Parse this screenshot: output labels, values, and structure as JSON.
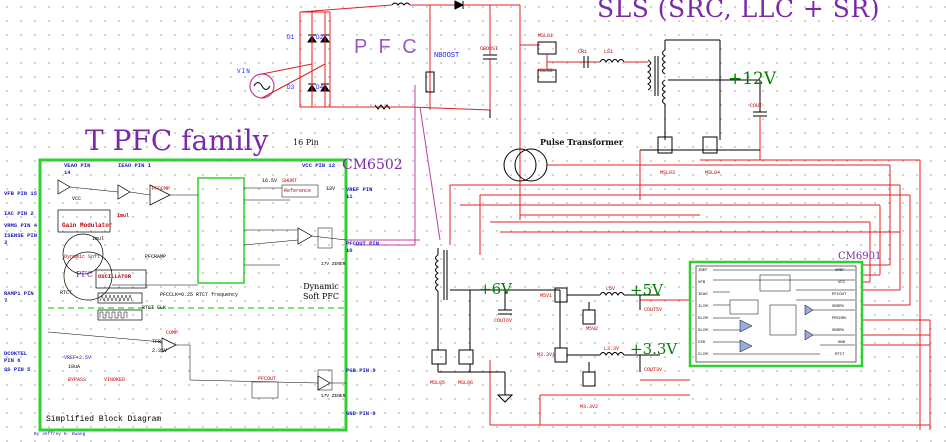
{
  "titles": {
    "sls": "SLS (SRC, LLC + SR)",
    "pfc": "P F C",
    "tpfc": "T PFC family",
    "pin16": "16 Pin",
    "cm6502": "CM6502",
    "cm6901": "CM6901"
  },
  "outputs": {
    "v12": "+12V",
    "v6": "+6V",
    "v5": "+5V",
    "v33": "+3.3V",
    "pulse_transformer": "Pulse Transformer"
  },
  "components": {
    "d1": "D1",
    "d2": "D2",
    "d3": "D3",
    "d4": "D4",
    "vin": "VIN",
    "nboost": "NBOOST",
    "cboost": "CBOOST",
    "msl1": "MSL01",
    "msl2": "MSL02",
    "msl3": "MSL03",
    "msl4": "MSL04",
    "msl5": "MSL05",
    "msl6": "MSL06",
    "cr1": "CR1",
    "ls1": "LS1",
    "cout": "COUT",
    "cout5": "COUT5V",
    "cout33": "COUT3V",
    "l5v": "L5V",
    "l33v": "L3.3V",
    "m5v1": "M5V1",
    "m5v2": "M5V2",
    "m33v1": "M3.3V1",
    "m33v2": "M3.3V2",
    "cout6": "COUT6V"
  },
  "block": {
    "pins": {
      "vfb": "VFB PIN 15",
      "iac": "IAC PIN 2",
      "vrms": "VRMS PIN 4",
      "isense": "ISENSE PIN 3",
      "veao": "VEAO PIN 14",
      "ieao": "IEAO PIN 1",
      "vcc": "VCC PIN 12",
      "vref": "VREF PIN 11",
      "pfcout": "PFCOUT PIN 10",
      "ramp1": "RAMP1 PIN 7",
      "dcoktel": "DCOKTEL PIN 6",
      "ss": "SS PIN 5",
      "pgb": "PGB PIN 9",
      "gnd": "GND PIN 8"
    },
    "labels": {
      "gain_modulator": "Gain Modulator",
      "vcc_int": "VCC",
      "imul": "Imul",
      "imul2": "Imul",
      "dynamic_soft": "Dynamic Soft",
      "pfc": "PFC",
      "oscillator": "OSCILLATOR",
      "rtct": "RTCT",
      "rtct_clk": "RTCT CLK",
      "pfcramp": "PFCRAMP",
      "pfcclk": "PFCCLK=0.25 RTCT frequency",
      "pfccmp": "PFCCMP",
      "v165": "16.5V",
      "shunt": "SHUNT",
      "reference": "Reference",
      "v135": "13V",
      "dynamic_soft_pfc": "Dynamic Soft PFC",
      "v17_zener": "17V ZENER",
      "v17_zener2": "17V ZENER",
      "vrefp25": "VREF+2.5V",
      "i10ua": "10uA",
      "bypass": "BYPASS",
      "vinoked": "VINOKED",
      "simplified": "Simplified Block Diagram",
      "author": "By Jeffrey H. Hwang",
      "v235": "2.35V",
      "pgb_ctl": "PFCOUT",
      "tfb": "TFB",
      "comp": "COMP"
    }
  }
}
